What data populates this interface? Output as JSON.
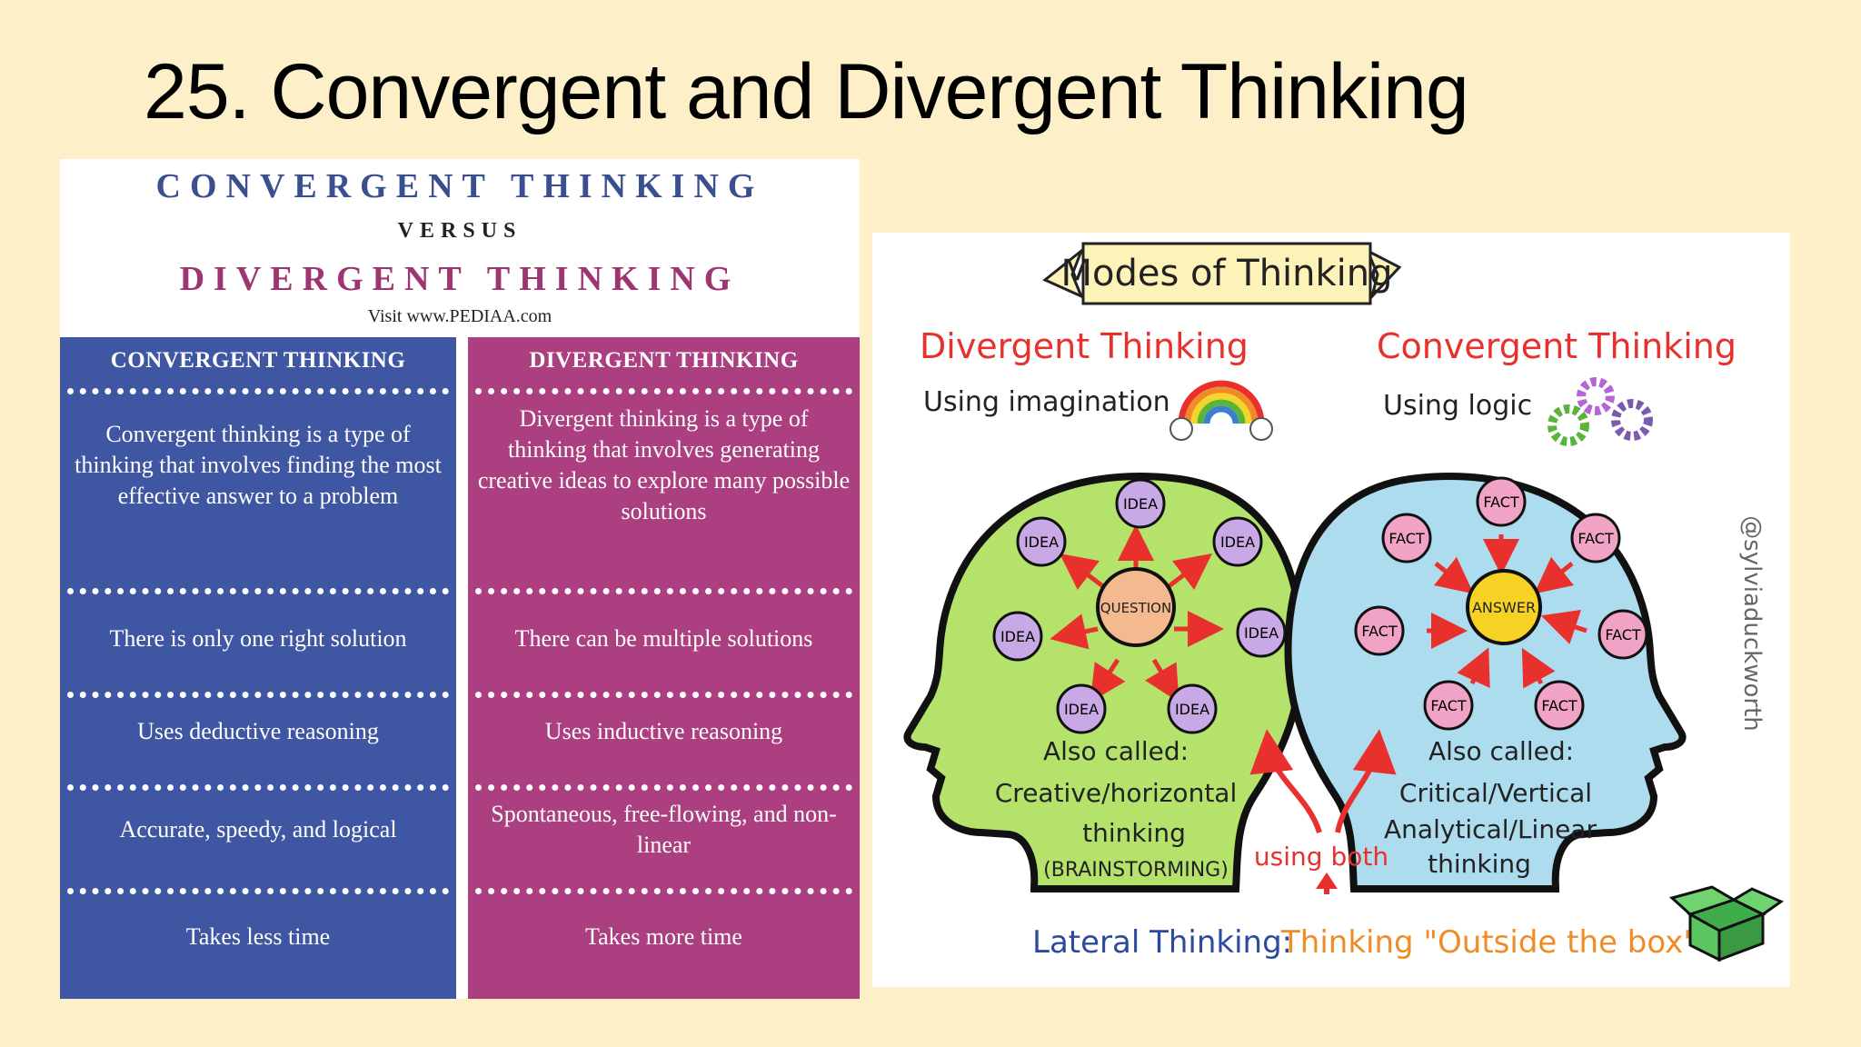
{
  "slide": {
    "number": "25.",
    "title": "Convergent and Divergent Thinking"
  },
  "comparison": {
    "heading_top": "CONVERGENT THINKING",
    "heading_versus": "VERSUS",
    "heading_bottom": "DIVERGENT THINKING",
    "source": "Visit www.PEDIAA.com",
    "columns": [
      {
        "header": "CONVERGENT THINKING",
        "rows": [
          "Convergent thinking is a type of thinking that involves finding the most effective answer to a problem",
          "There is only one right solution",
          "Uses deductive reasoning",
          "Accurate, speedy, and logical",
          "Takes less time"
        ]
      },
      {
        "header": "DIVERGENT THINKING",
        "rows": [
          "Divergent thinking is a type of thinking that involves generating creative ideas to explore many possible solutions",
          "There can be multiple solutions",
          "Uses inductive reasoning",
          "Spontaneous, free-flowing, and non-linear",
          "Takes more time"
        ]
      }
    ],
    "colors": {
      "convergent": "#3f56a3",
      "divergent": "#ab3f80"
    }
  },
  "modes": {
    "banner": "Modes of Thinking",
    "divergent_title": "Divergent Thinking",
    "divergent_sub": "Using imagination",
    "convergent_title": "Convergent Thinking",
    "convergent_sub": "Using logic",
    "center_left": "QUESTION",
    "center_right": "ANSWER",
    "idea_label": "IDEA",
    "fact_label": "FACT",
    "left_also_line1": "Also called:",
    "left_also_line2": "Creative/horizontal",
    "left_also_line3": "thinking",
    "left_also_line4": "(BRAINSTORMING)",
    "right_also_line1": "Also called:",
    "right_also_line2": "Critical/Vertical",
    "right_also_line3": "Analytical/Linear",
    "right_also_line4": "thinking",
    "using_both": "using both",
    "lateral": "Lateral Thinking:",
    "outside_box": "Thinking \"Outside the box\"",
    "credit": "@sylviaduckworth",
    "colors": {
      "left_head": "#b5e26b",
      "right_head": "#aedcef",
      "red": "#e8302d",
      "blue": "#2e4a9e",
      "orange": "#f08c28"
    }
  }
}
